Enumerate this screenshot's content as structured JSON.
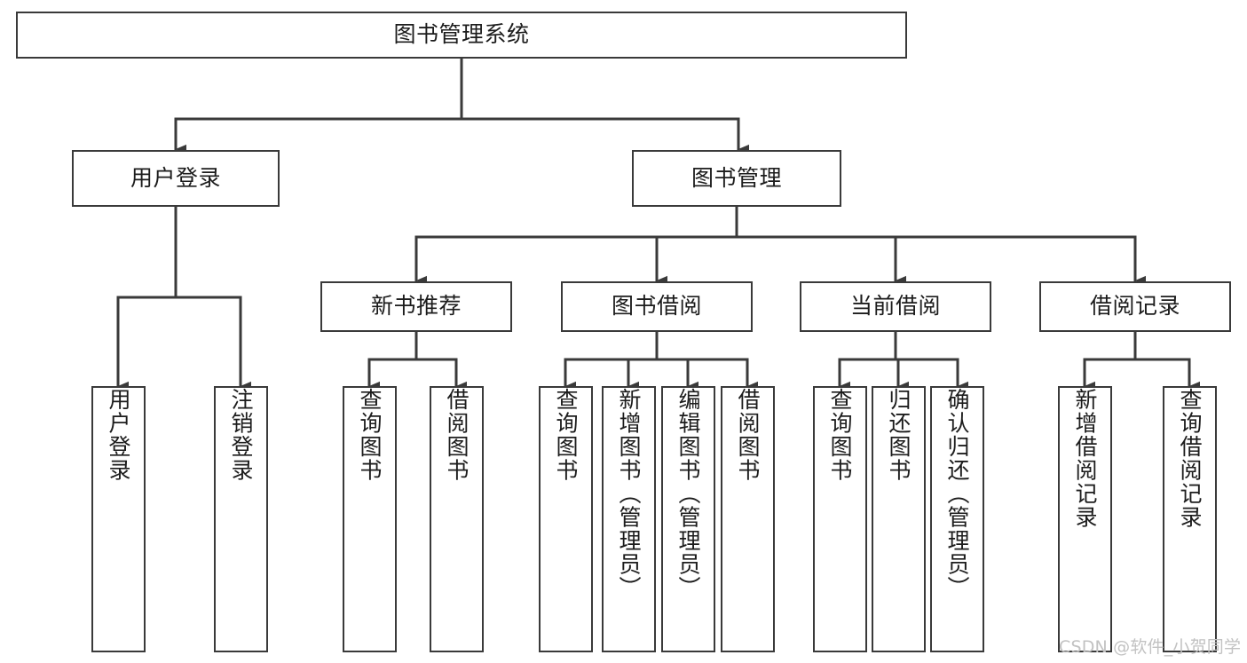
{
  "diagram": {
    "type": "tree-hierarchy-chart",
    "title": "图书管理系统",
    "orientation": "top-down",
    "colors": {
      "box_border": "#3a3a3a",
      "box_fill": "#ffffff",
      "connector": "#3a3a3a",
      "text": "#1c1c1c",
      "watermark": "#c2c2c2",
      "background": "#ffffff"
    },
    "levels": {
      "root": {
        "label": "图书管理系统"
      },
      "level2": [
        {
          "label": "用户登录"
        },
        {
          "label": "图书管理"
        }
      ],
      "level3": [
        {
          "label": "新书推荐"
        },
        {
          "label": "图书借阅"
        },
        {
          "label": "当前借阅"
        },
        {
          "label": "借阅记录"
        }
      ],
      "leaves": {
        "user_login": [
          {
            "label": "用户登录"
          },
          {
            "label": "注销登录"
          }
        ],
        "new_book_recommend": [
          {
            "label": "查询图书"
          },
          {
            "label": "借阅图书"
          }
        ],
        "book_borrow": [
          {
            "label": "查询图书"
          },
          {
            "label": "新增图书（管理员）"
          },
          {
            "label": "编辑图书（管理员）"
          },
          {
            "label": "借阅图书"
          }
        ],
        "current_borrow": [
          {
            "label": "查询图书"
          },
          {
            "label": "归还图书"
          },
          {
            "label": "确认归还（管理员）"
          }
        ],
        "borrow_record": [
          {
            "label": "新增借阅记录"
          },
          {
            "label": "查询借阅记录"
          }
        ]
      }
    }
  },
  "watermark": {
    "text": "CSDN @软件_小贺同学"
  }
}
